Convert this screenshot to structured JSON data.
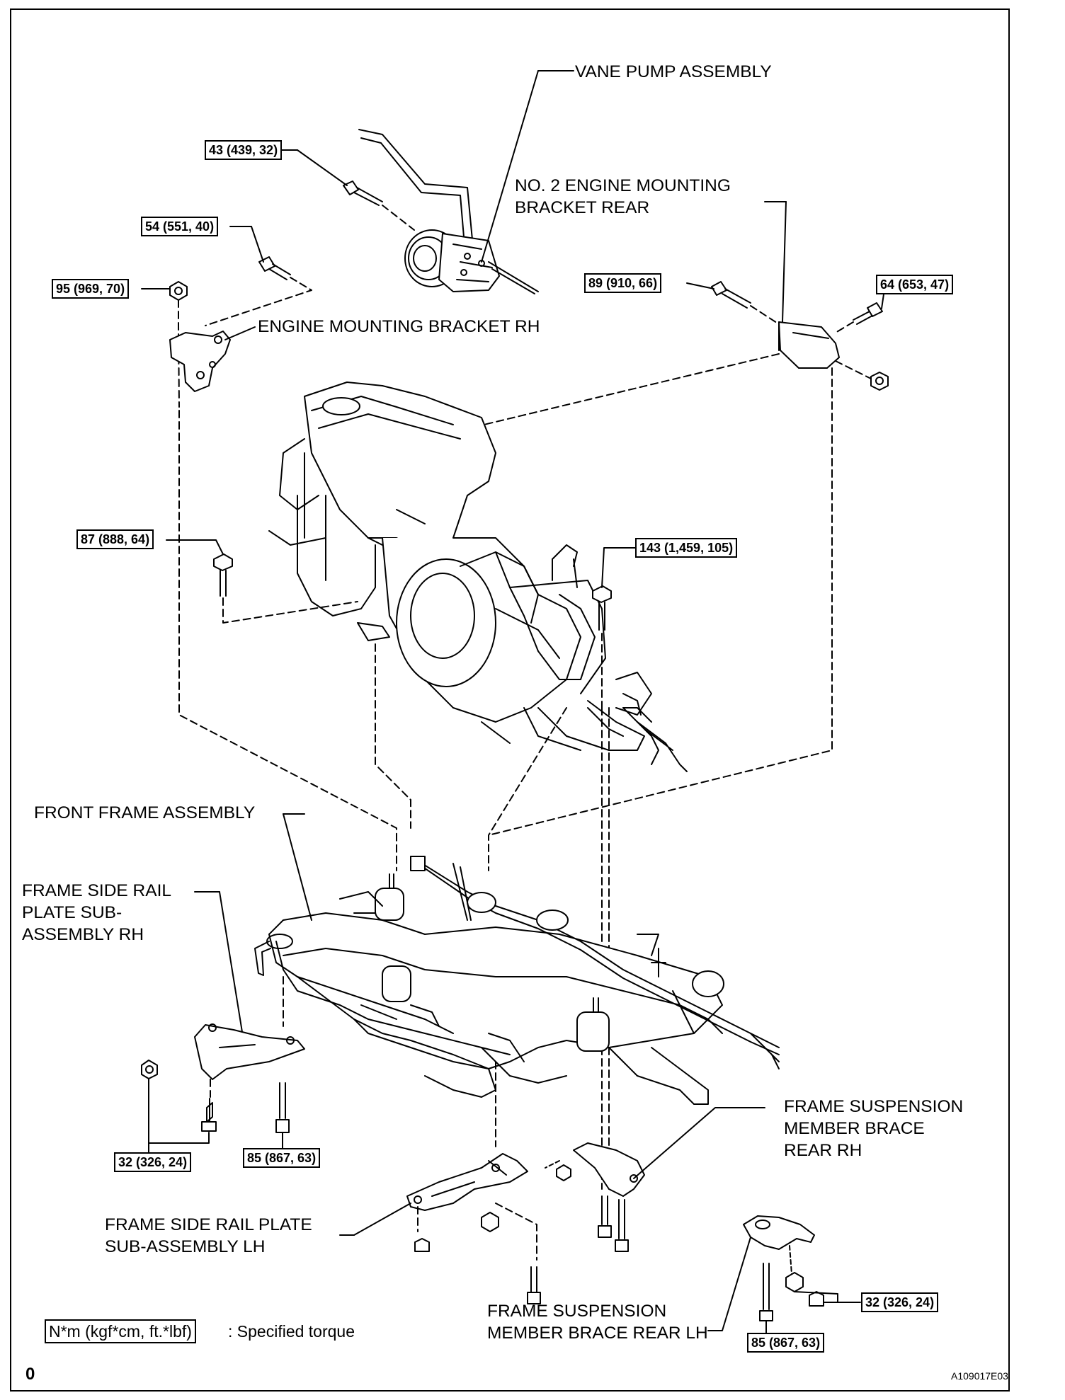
{
  "labels": {
    "vane_pump": "VANE PUMP ASSEMBLY",
    "no2_bracket_line1": "NO. 2 ENGINE MOUNTING",
    "no2_bracket_line2": "BRACKET REAR",
    "engine_bracket_rh": "ENGINE MOUNTING BRACKET RH",
    "front_frame": "FRONT FRAME ASSEMBLY",
    "side_rail_rh_line1": "FRAME SIDE RAIL",
    "side_rail_rh_line2": "PLATE SUB-",
    "side_rail_rh_line3": "ASSEMBLY RH",
    "brace_rear_rh_line1": "FRAME SUSPENSION",
    "brace_rear_rh_line2": "MEMBER BRACE",
    "brace_rear_rh_line3": "REAR RH",
    "side_rail_lh_line1": "FRAME SIDE RAIL PLATE",
    "side_rail_lh_line2": "SUB-ASSEMBLY LH",
    "brace_rear_lh_line1": "FRAME SUSPENSION",
    "brace_rear_lh_line2": "MEMBER BRACE REAR LH"
  },
  "torques": {
    "t1": "43 (439, 32)",
    "t2": "54 (551, 40)",
    "t3": "95 (969, 70)",
    "t4": "89 (910, 66)",
    "t5": "64 (653, 47)",
    "t6": "87 (888, 64)",
    "t7": "143 (1,459, 105)",
    "t8": "32 (326, 24)",
    "t9": "85 (867, 63)",
    "t10": "32 (326, 24)",
    "t11": "85 (867, 63)"
  },
  "legend": {
    "box": "N*m (kgf*cm, ft.*lbf)",
    "text": ": Specified torque"
  },
  "footer": {
    "page_marker": "0",
    "figure_code": "A109017E03"
  }
}
